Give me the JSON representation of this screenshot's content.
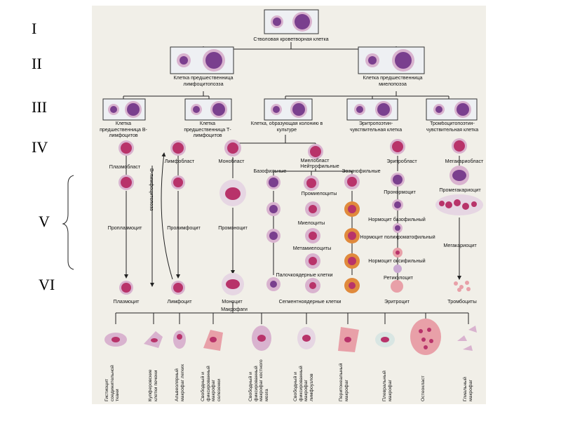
{
  "levels": [
    "I",
    "II",
    "III",
    "IV",
    "V",
    "VI"
  ],
  "stem_cell": "Стволовая кроветворная клетка",
  "progenitors": {
    "lymphopoiesis": "Клетка предшественница лимфоцитопоэза",
    "myelopoiesis": "Клетка предшественница миелопоэза"
  },
  "level3": {
    "b_precursor": "Клетка предшественница В-лимфоцитов",
    "t_precursor": "Клетка предшественница Т-лимфоцитов",
    "cfu": "Клетка, образующая колонию в культуре",
    "erythro": "Эритропоэтин-чувствительная клетка",
    "thrombo": "Тромбоцитопоэтин-чувствительная клетка"
  },
  "cells": {
    "plasmoblast": "Плазмобласт",
    "lymphoblast": "Лимфобласт",
    "monoblast": "Монобласт",
    "myeloblast": "Миелобласт",
    "erythroblast": "Эритробласт",
    "megakaryoblast": "Мегакариобласт",
    "b_lymphocytopoiesis": "В-лимфоцитопоэз",
    "neutrophilic": "Нейтрофильные",
    "basophilic": "Базофильные",
    "eosinophilic": "Эозинофильные",
    "promyelocytes": "Промиелоциты",
    "pronormocyte": "Пронормоцит",
    "promegakaryocyte": "Промегакариоцит",
    "proplasmocyte": "Проплазмоцит",
    "prolymphocyte": "Пролимфоцит",
    "promonocyte": "Промоноцит",
    "myelocytes": "Миелоциты",
    "normocyte_basophilic": "Нормоцит базофильный",
    "normocyte_poly": "Нормоцит полихроматофильный",
    "metamyelocytes": "Метамиелоциты",
    "normocyte_oxy": "Нормоцит оксифильный",
    "megakaryocyte": "Мегакариоцит",
    "band_cells": "Палочкоядерные клетки",
    "reticulocyte": "Ретикулоцит",
    "plasmocyte": "Плазмоцит",
    "lymphocyte": "Лимфоцит",
    "monocyte": "Моноцит",
    "segmented": "Сегментноядерные клетки",
    "erythrocyte": "Эритроцит",
    "thrombocytes": "Тромбоциты"
  },
  "macrophages": {
    "title": "Макрофаги",
    "items": [
      "Гистиоцит соединительной ткани",
      "Купферовские клетки печени",
      "Альвеолярный макрофаг легких",
      "Свободный и фиксированный макрофаг селезенки",
      "Свободный и фиксированный макрофаг костного мозга",
      "Свободный и фиксированный макрофаг лимфоузлов",
      "Перитонеальный макрофаг",
      "Плевральный макрофаг",
      "Остеокласт",
      "Глиальный макрофаг"
    ]
  },
  "colors": {
    "nucleus": "#7a3f8e",
    "nucleus_red": "#b8336a",
    "cytoplasm": "#d9b3cf",
    "eosinophil": "#e08a3c",
    "erythrocyte": "#e8a0a8",
    "panel_bg": "#f1efe8"
  }
}
